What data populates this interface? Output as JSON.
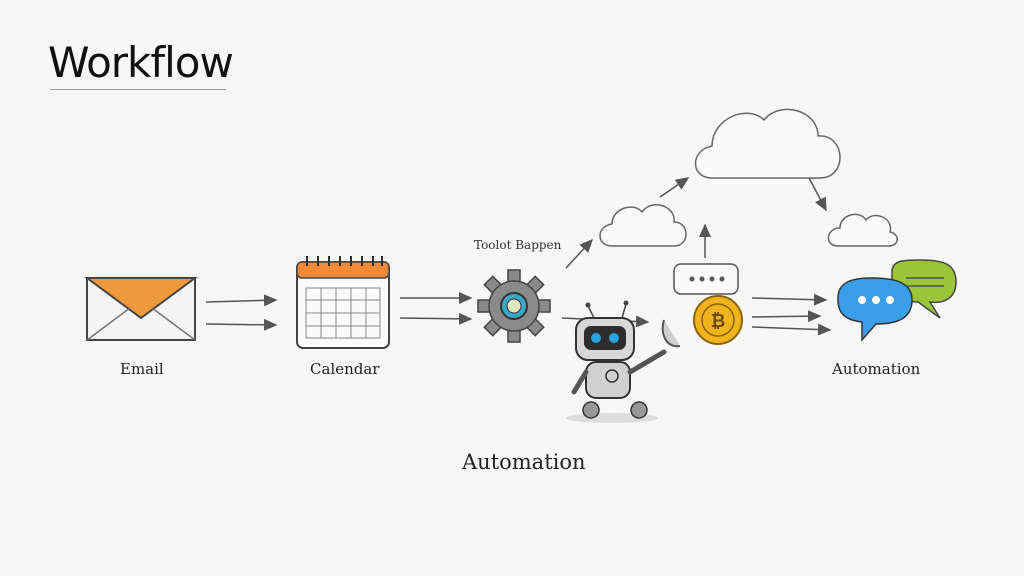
{
  "title": "Workflow",
  "nodes": {
    "email": "Email",
    "calendar": "Calendar",
    "tools": "Toolot Bappen",
    "automation_right": "Automation",
    "automation_center": "Automation"
  },
  "colors": {
    "envelope_flap": "#f09a3e",
    "calendar_header": "#ee8a3a",
    "gear": "#8a8a8a",
    "gear_center": "#3aa8c8",
    "coin": "#f2b41c",
    "robot_eyes": "#2aa4e0",
    "bubble_blue": "#3a9ee8",
    "bubble_green": "#9cc63a"
  },
  "icons": [
    "envelope-icon",
    "calendar-icon",
    "gear-icon",
    "robot-icon",
    "coin-icon",
    "chat-bubbles-icon",
    "cloud-icon",
    "message-bar-icon"
  ]
}
